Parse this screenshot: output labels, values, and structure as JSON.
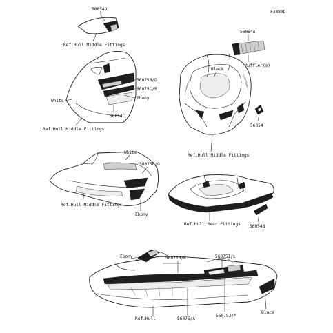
{
  "figure_code": "F3880D",
  "labels": {
    "p56054d": "56054D",
    "hull_mid_1": "Ref.Hull Middle Fittings",
    "p56054a": "56054A",
    "muffler": "Ref.Muffler(s)",
    "p56075bd": "56075B/D",
    "p56075ce": "56075C/E",
    "ebony_1": "Ebony",
    "white_1": "White",
    "p56054c": "56054C",
    "hull_mid_2": "Ref.Hull Middle Fittings",
    "black_1": "Black",
    "p56054": "56054",
    "hull_mid_3": "Ref.Hull Middle Fittings",
    "white_2": "White",
    "p56075fg": "56075F/G",
    "hull_mid_4": "Ref.Hull Middle Fittings",
    "ebony_2": "Ebony",
    "hull_rear": "Ref.Hull Rear Fittings",
    "p56054b": "56054B",
    "ebony_3": "Ebony",
    "p56075hk": "56075H/K",
    "p56075il": "56075I/L",
    "hull": "Ref.Hull",
    "p56075a": "56075/A",
    "p56075jm": "56075J/M",
    "black_2": "Black"
  }
}
